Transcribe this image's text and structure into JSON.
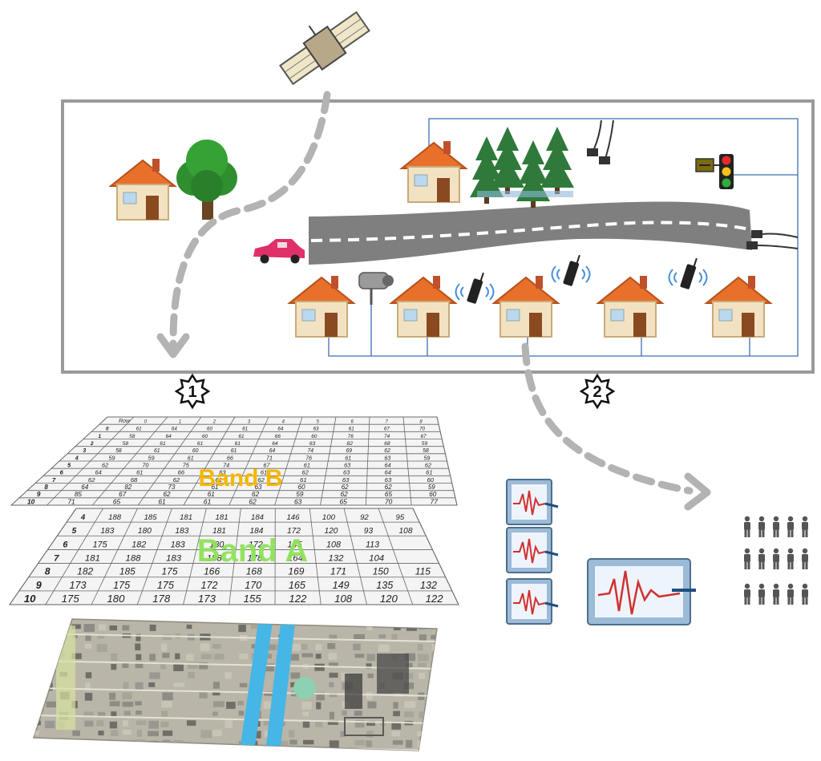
{
  "step_markers": {
    "one": "1",
    "two": "2"
  },
  "band_b": {
    "label": "Band B",
    "label_color": "#f5b800",
    "corner_label": "Row",
    "col_headers": [
      "0",
      "1",
      "2",
      "3",
      "4",
      "5",
      "6",
      "7",
      "8"
    ],
    "row_labels": [
      "0",
      "1",
      "2",
      "3",
      "4",
      "5",
      "6",
      "7",
      "8",
      "9",
      "10"
    ],
    "rows": [
      [
        "61",
        "64",
        "60",
        "61",
        "64",
        "63",
        "61",
        "67",
        "70"
      ],
      [
        "58",
        "64",
        "60",
        "61",
        "66",
        "60",
        "76",
        "74",
        "67"
      ],
      [
        "58",
        "61",
        "61",
        "61",
        "64",
        "63",
        "82",
        "68",
        "59"
      ],
      [
        "58",
        "61",
        "60",
        "61",
        "64",
        "74",
        "69",
        "62",
        "58"
      ],
      [
        "59",
        "59",
        "61",
        "66",
        "71",
        "76",
        "61",
        "63",
        "59"
      ],
      [
        "62",
        "70",
        "75",
        "74",
        "67",
        "61",
        "63",
        "64",
        "62"
      ],
      [
        "64",
        "61",
        "66",
        "63",
        "61",
        "62",
        "63",
        "64",
        "61"
      ],
      [
        "62",
        "68",
        "62",
        "61",
        "62",
        "61",
        "63",
        "63",
        "60"
      ],
      [
        "64",
        "82",
        "73",
        "61",
        "63",
        "60",
        "62",
        "62",
        "59"
      ],
      [
        "85",
        "67",
        "62",
        "61",
        "62",
        "59",
        "62",
        "65",
        "60"
      ],
      [
        "71",
        "65",
        "61",
        "61",
        "62",
        "63",
        "65",
        "70",
        "77"
      ]
    ]
  },
  "band_a": {
    "label": "Band A",
    "label_color": "#8ee35a",
    "row_labels": [
      "4",
      "5",
      "6",
      "7",
      "8",
      "9",
      "10"
    ],
    "rows": [
      [
        "188",
        "185",
        "181",
        "181",
        "184",
        "146",
        "100",
        "92",
        "95"
      ],
      [
        "183",
        "180",
        "183",
        "181",
        "184",
        "172",
        "120",
        "93",
        "108"
      ],
      [
        "175",
        "182",
        "183",
        "180",
        "172",
        "145",
        "108",
        "113",
        ""
      ],
      [
        "181",
        "188",
        "183",
        "188",
        "178",
        "164",
        "132",
        "104",
        ""
      ],
      [
        "182",
        "185",
        "175",
        "166",
        "168",
        "169",
        "171",
        "150",
        "115"
      ],
      [
        "173",
        "175",
        "175",
        "172",
        "170",
        "165",
        "149",
        "135",
        "132"
      ],
      [
        "175",
        "180",
        "178",
        "173",
        "155",
        "122",
        "108",
        "120",
        "122"
      ]
    ]
  },
  "colors": {
    "frame": "#9a9a9a",
    "arrow": "#b3b3b3",
    "wire": "#3d6fb3",
    "road": "#7f7f7f",
    "roof": "#e8702a",
    "wall": "#f3e2c2",
    "tree": "#2f8f2f",
    "car": "#e0306a",
    "waveform": "#d23030",
    "people": "#555555"
  },
  "icons": [
    "satellite-icon",
    "house-icon",
    "tree-icon",
    "pine-trees-icon",
    "traffic-light-icon",
    "car-icon",
    "cctv-camera-icon",
    "mobile-phone-icon",
    "cable-sensor-icon",
    "waveform-monitor-icon",
    "people-icon",
    "city-map-icon"
  ]
}
